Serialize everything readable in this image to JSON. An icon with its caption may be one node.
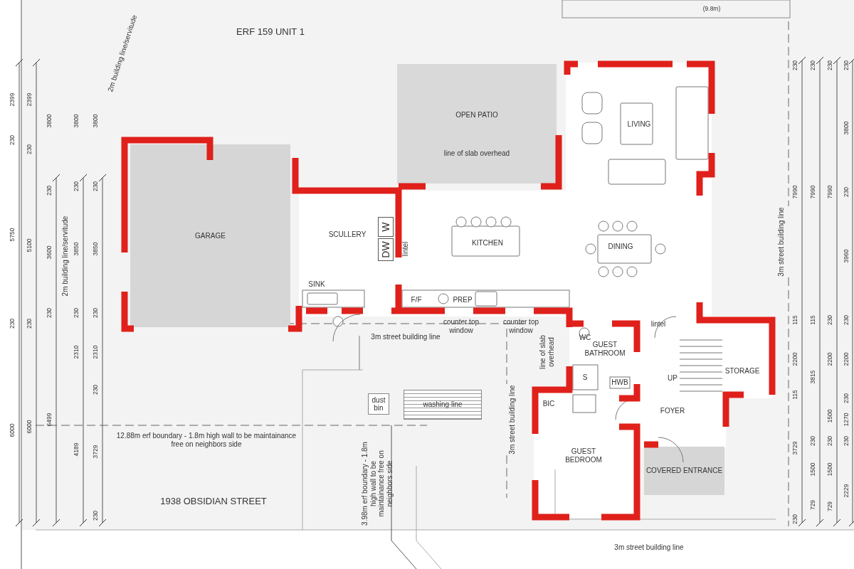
{
  "diagram": {
    "nodes": [
      {
        "text": [
          "GARAGE"
        ]
      },
      {
        "text": [
          "OPEN PATIO",
          "line of slab overhead"
        ]
      },
      {
        "text": [
          "COVERED ENTRANCE"
        ]
      },
      {
        "text": [
          "dust bin"
        ]
      },
      {
        "text": [
          "washing line"
        ]
      },
      {
        "text": [
          "W"
        ]
      },
      {
        "text": [
          "DW"
        ]
      }
    ],
    "labels": [
      "(9.8m)",
      "ERF 159 UNIT 1",
      "2m building line/servitude",
      "2399",
      "230",
      "5750",
      "230",
      "6000",
      "2399",
      "230",
      "5100",
      "230",
      "6000",
      "3800",
      "230",
      "3600",
      "230",
      "6499",
      "2m building line/servitude",
      "3800",
      "230",
      "3850",
      "230",
      "2310",
      "4189",
      "3800",
      "230",
      "3850",
      "230",
      "2310",
      "230",
      "3729",
      "230",
      "LIVING",
      "SCULLERY",
      "KITCHEN",
      "DINING",
      "lintel",
      "SINK",
      "F/F",
      "PREP",
      "lintel",
      "counter top window",
      "counter top window",
      "3m street building line",
      "WC",
      "GUEST BATHROOM",
      "line of slab overhead",
      "S",
      "HWB",
      "UP",
      "STORAGE",
      "3m street building line",
      "BIC",
      "FOYER",
      "GUEST BEDROOM",
      "12.88m erf boundary - 1.8m high wall to be maintainance free on neighbors side",
      "1938 OBSIDIAN STREET",
      "3.98m erf boundary - 1.8m high wall to be maintainance free on neighbors side",
      "3m street building line",
      "3m street building line",
      "230",
      "7990",
      "115",
      "2200",
      "115",
      "3729",
      "230",
      "230",
      "7990",
      "115",
      "3815",
      "230",
      "1500",
      "729",
      "230",
      "7990",
      "230",
      "2200",
      "1500",
      "230",
      "1500",
      "729",
      "230",
      "3800",
      "230",
      "3960",
      "230",
      "2200",
      "230",
      "1270",
      "230",
      "2229"
    ]
  }
}
